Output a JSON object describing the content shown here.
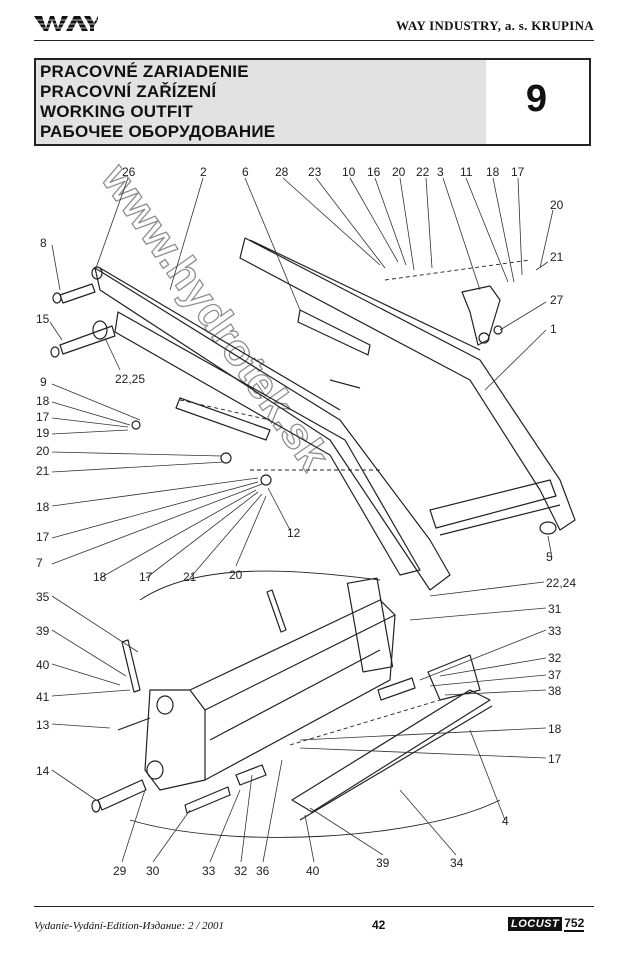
{
  "header": {
    "company": "WAY INDUSTRY, a. s. KRUPINA",
    "logo_text": "WAY"
  },
  "title": {
    "lines": [
      "PRACOVNÉ ZARIADENIE",
      "PRACOVNÍ ZAŘÍZENÍ",
      "WORKING OUTFIT",
      "РАБОЧЕЕ ОБОРУДОВАНИЕ"
    ],
    "section_number": "9"
  },
  "watermark": {
    "text": "www.hydrotek.sk"
  },
  "part_labels": {
    "l26": "26",
    "l2": "2",
    "l6": "6",
    "l28": "28",
    "l23": "23",
    "l10": "10",
    "l16": "16",
    "l20a": "20",
    "l22a": "22",
    "l3": "3",
    "l11": "11",
    "l18a": "18",
    "l17a": "17",
    "l20b": "20",
    "l21a": "21",
    "l27": "27",
    "l1": "1",
    "l8": "8",
    "l15": "15",
    "l2225": "22,25",
    "l9": "9",
    "l18b": "18",
    "l17b": "17",
    "l19": "19",
    "l20c": "20",
    "l21b": "21",
    "l18c": "18",
    "l17c": "17",
    "l7": "7",
    "l18d": "18",
    "l17d": "17",
    "l21c": "21",
    "l20d": "20",
    "l12": "12",
    "l5": "5",
    "l2224": "22,24",
    "l35": "35",
    "l31": "31",
    "l33a": "33",
    "l39a": "39",
    "l32a": "32",
    "l40a": "40",
    "l37": "37",
    "l41": "41",
    "l38": "38",
    "l13": "13",
    "l18e": "18",
    "l17e": "17",
    "l14": "14",
    "l4": "4",
    "l29": "29",
    "l30": "30",
    "l33b": "33",
    "l32b": "32",
    "l36": "36",
    "l40b": "40",
    "l39b": "39",
    "l34": "34"
  },
  "footer": {
    "edition": "Vydanie-Vydání-Edition-Издание: 2 / 2001",
    "page": "42",
    "brand": "LOCUST",
    "model": "752"
  }
}
